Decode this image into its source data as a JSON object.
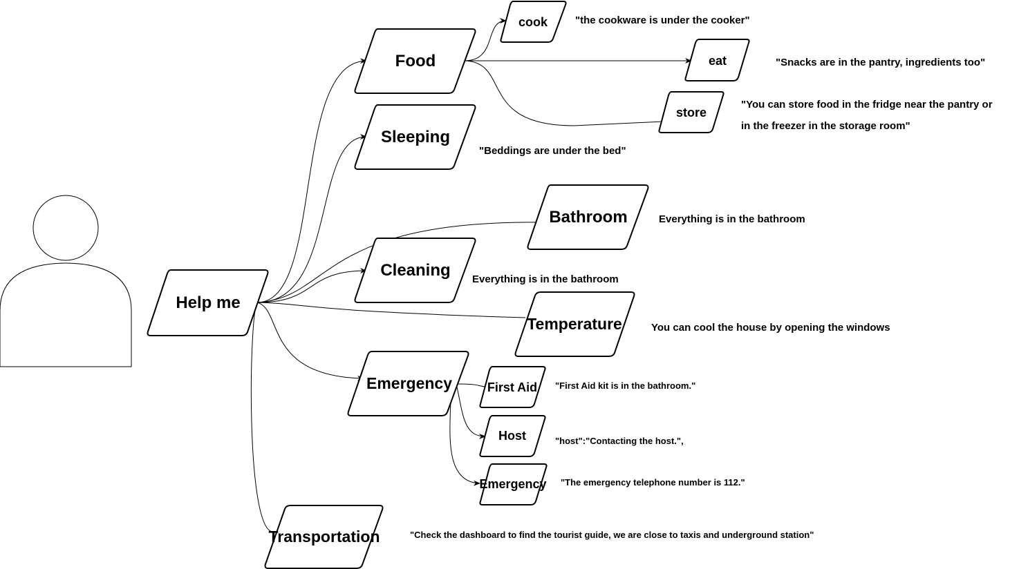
{
  "root": {
    "label": "Help me"
  },
  "categories": {
    "food": {
      "label": "Food"
    },
    "sleeping": {
      "label": "Sleeping",
      "note": "\"Beddings are under the bed\""
    },
    "bathroom": {
      "label": "Bathroom",
      "note": "Everything is in the bathroom"
    },
    "cleaning": {
      "label": "Cleaning",
      "note": "Everything is in the bathroom"
    },
    "temperature": {
      "label": "Temperature",
      "note": "You can cool the house by opening the windows"
    },
    "emergency": {
      "label": "Emergency"
    },
    "transportation": {
      "label": "Transportation",
      "note": "\"Check the dashboard to find the tourist guide, we are close to taxis and underground station\""
    }
  },
  "food_children": {
    "cook": {
      "label": "cook",
      "note": "\"the cookware is under the cooker\""
    },
    "eat": {
      "label": "eat",
      "note": "\"Snacks are in the pantry, ingredients too\""
    },
    "store": {
      "label": "store",
      "note_line1": "\"You can store food in the fridge near the pantry or",
      "note_line2": "in the freezer in the storage room\""
    }
  },
  "emergency_children": {
    "first_aid": {
      "label": "First Aid",
      "note": "\"First Aid kit is in the bathroom.\""
    },
    "host": {
      "label": "Host",
      "note": "\"host\":\"Contacting the host.\","
    },
    "emergency": {
      "label": "Emergency",
      "note": "\"The emergency telephone number is 112.\""
    }
  }
}
